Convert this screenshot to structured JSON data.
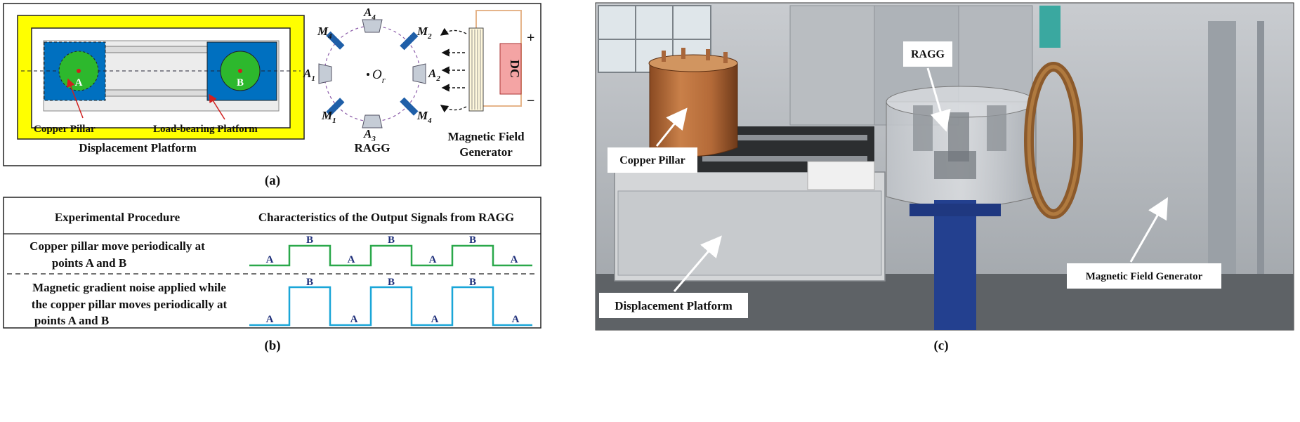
{
  "panel_a": {
    "caption": "(a)",
    "copper_pillar_label": "Copper Pillar",
    "load_platform_label": "Load-bearing Platform",
    "displacement_label": "Displacement Platform",
    "point_a": "A",
    "point_b": "B",
    "ragg_label": "RAGG",
    "origin_label": "O",
    "origin_sub": "r",
    "sensors": {
      "a4": {
        "letter": "A",
        "sub": "4"
      },
      "a2": {
        "letter": "A",
        "sub": "2"
      },
      "a3": {
        "letter": "A",
        "sub": "3"
      },
      "a1": {
        "letter": "A",
        "sub": "1"
      },
      "m4_top": {
        "letter": "M",
        "sub": "4"
      },
      "m2": {
        "letter": "M",
        "sub": "2"
      },
      "m1": {
        "letter": "M",
        "sub": "1"
      },
      "m4_bottom": {
        "letter": "M",
        "sub": "4"
      }
    },
    "generator_line1": "Magnetic Field",
    "generator_line2": "Generator",
    "dc_label": "DC",
    "plus": "+",
    "minus": "−"
  },
  "panel_b": {
    "caption": "(b)",
    "col_procedure": "Experimental Procedure",
    "col_characteristics": "Characteristics of the Output Signals from RAGG",
    "row1_line1": "Copper pillar move periodically at",
    "row1_line2": "points A and B",
    "row2_line1": "Magnetic gradient noise applied while",
    "row2_line2": "the copper pillar moves periodically at",
    "row2_line3": "points A and B",
    "low_label": "A",
    "high_label": "B",
    "colors": {
      "signal_clean": "#2aa84a",
      "signal_noisy": "#1aa6d8"
    }
  },
  "panel_c": {
    "caption": "(c)",
    "ragg": "RAGG",
    "copper_pillar": "Copper Pillar",
    "magnetic_generator": "Magnetic Field Generator",
    "displacement_platform": "Displacement Platform"
  },
  "colors": {
    "yellow_frame": "#ffff00",
    "blue_block": "#0070c0",
    "green_pillar": "#2db82d",
    "dc_box": "#f4a4a4",
    "generator_border": "#e5b48a",
    "magnet_blue": "#1f5fa8",
    "sensor_gray": "#b4bcc8",
    "navy_text": "#1f2f7a"
  }
}
